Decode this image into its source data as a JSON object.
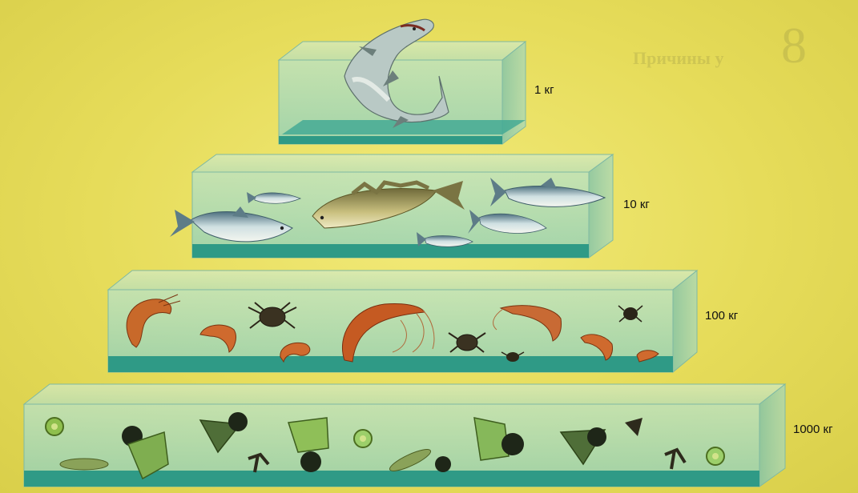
{
  "levels": [
    {
      "label": "1 кг",
      "organisms": "shark"
    },
    {
      "label": "10 кг",
      "organisms": "fish"
    },
    {
      "label": "100 кг",
      "organisms": "crustaceans"
    },
    {
      "label": "1000 кг",
      "organisms": "plankton"
    }
  ],
  "background": {
    "number": "8",
    "heading": "Причины у"
  },
  "colors": {
    "page_background": "#e9df5f",
    "tank_glass": "#9fd6c4",
    "tank_floor": "#2f9a86",
    "label_text": "#111111"
  }
}
